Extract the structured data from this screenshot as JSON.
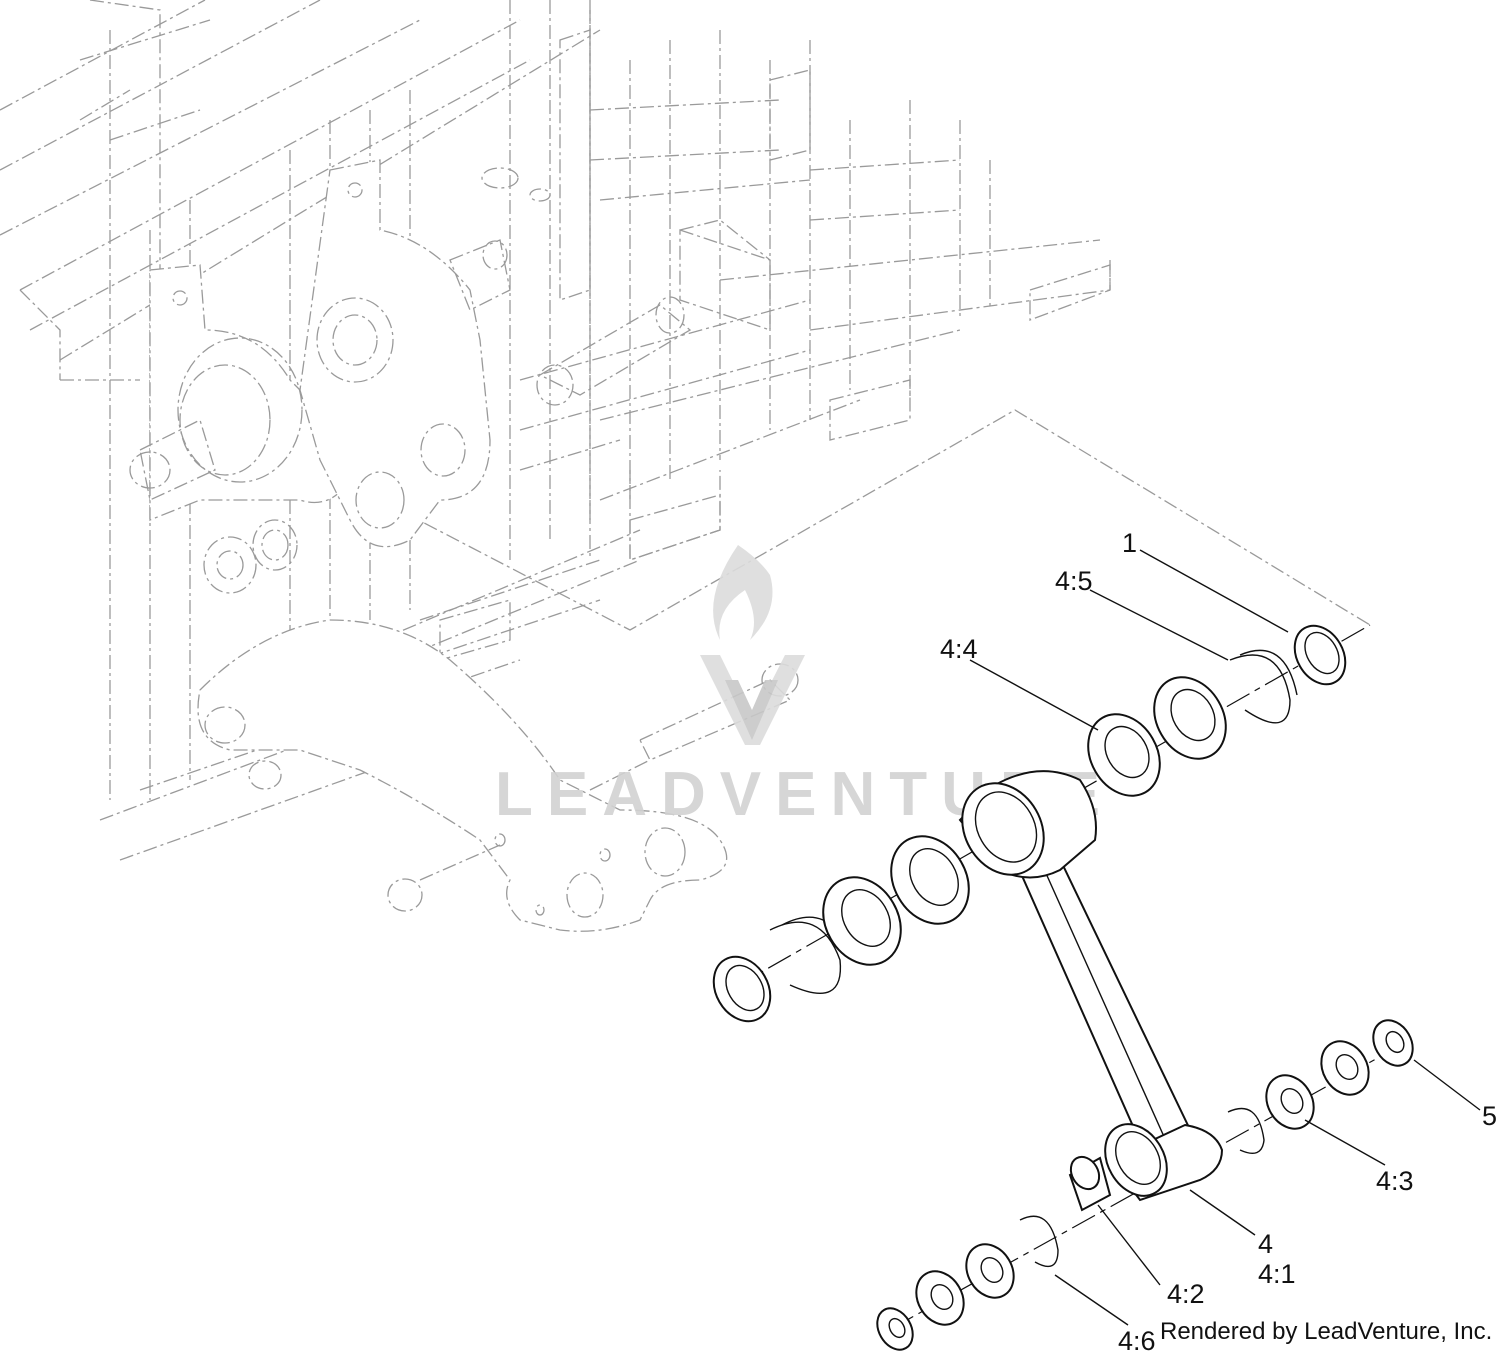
{
  "labels": {
    "p1": "1",
    "p45": "4:5",
    "p44": "4:4",
    "p5": "5",
    "p43": "4:3",
    "p4": "4",
    "p41": "4:1",
    "p42": "4:2",
    "p46": "4:6"
  },
  "watermark": {
    "text": "LEADVENTURE"
  },
  "credit": "Rendered by LeadVenture, Inc."
}
